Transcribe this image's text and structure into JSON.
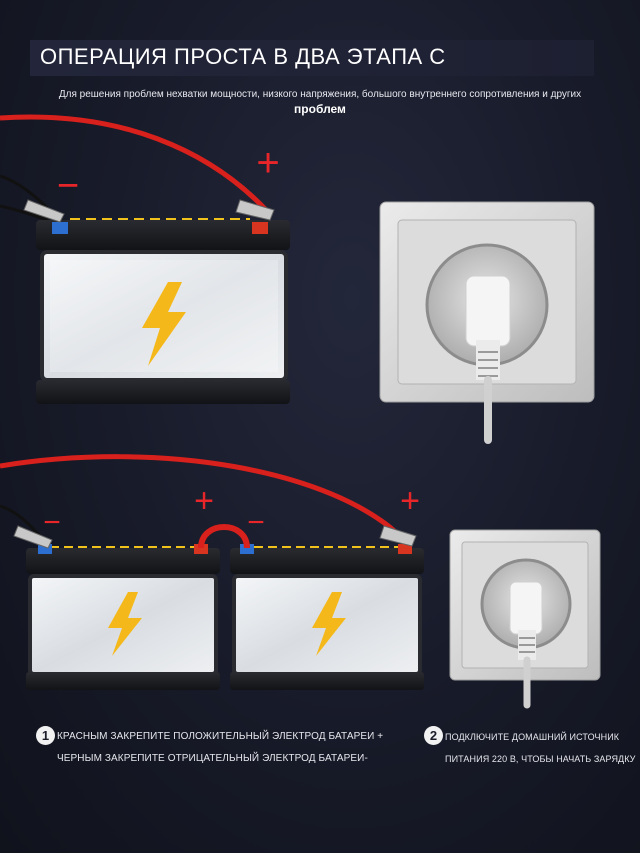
{
  "header": {
    "title": "ОПЕРАЦИЯ ПРОСТА В ДВА ЭТАПА С",
    "subtitle_line1": "Для решения проблем нехватки мощности, низкого напряжения, большого внутреннего сопротивления и других",
    "subtitle_line2": "проблем"
  },
  "polarity": {
    "plus": "+",
    "minus": "−"
  },
  "steps": [
    {
      "number": "1",
      "line1": "КРАСНЫМ ЗАКРЕПИТЕ ПОЛОЖИТЕЛЬНЫЙ ЭЛЕКТРОД БАТАРЕИ +",
      "line2": "ЧЕРНЫМ ЗАКРЕПИТЕ ОТРИЦАТЕЛЬНЫЙ ЭЛЕКТРОД БАТАРЕИ-"
    },
    {
      "number": "2",
      "line1": "ПОДКЛЮЧИТЕ ДОМАШНИЙ ИСТОЧНИК",
      "line2": "ПИТАНИЯ 220 В, ЧТОБЫ НАЧАТЬ ЗАРЯДКУ"
    }
  ],
  "colors": {
    "background": "#171a28",
    "red_cable": "#d8201c",
    "plus_red": "#e8262a",
    "bolt": "#f5b81a",
    "socket": "#d4d4d4"
  }
}
